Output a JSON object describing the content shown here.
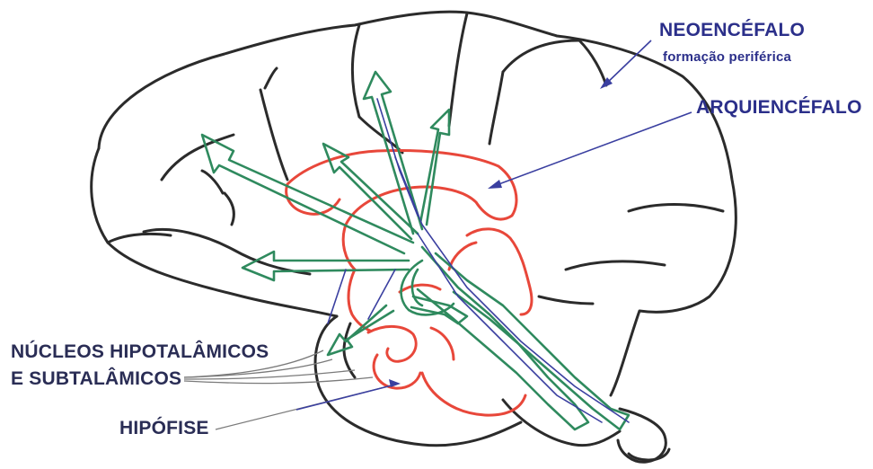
{
  "labels": {
    "neoencefalo": "NEOENCÉFALO",
    "neo_sub": "formação periférica",
    "arquiencefalo": "ARQUIENCÉFALO",
    "nucleos_line1": "NÚCLEOS HIPOTALÂMICOS",
    "nucleos_line2": "E SUBTALÂMICOS",
    "hipofise": "HIPÓFISE"
  },
  "colors": {
    "outline": "#2b2b2b",
    "limbic": "#e8473a",
    "pathways": "#2f8a5e",
    "pointer": "#3a3fa0",
    "label": "#2b2f8a"
  }
}
